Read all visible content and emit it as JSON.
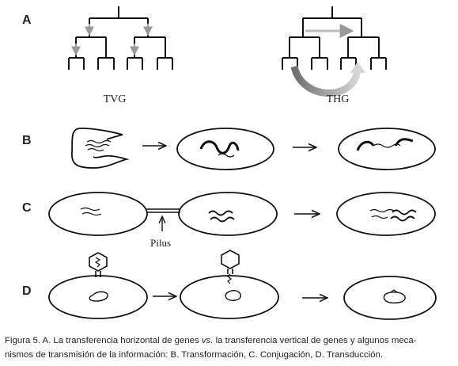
{
  "panels": {
    "a": {
      "letter": "A",
      "left_label": "TVG",
      "right_label": "THG"
    },
    "b": {
      "letter": "B"
    },
    "c": {
      "letter": "C",
      "pilus_label": "Pilus"
    },
    "d": {
      "letter": "D"
    }
  },
  "caption": {
    "lead": "Figura 5. A. La transferencia horizontal de genes ",
    "vs": "vs.",
    "line1_rest": " la transferencia vertical de genes y algunos meca-",
    "line2": "nismos de transmisión de la información: B. Transformación, C. Conjugación, D. Transducción."
  },
  "colors": {
    "ink": "#111111",
    "gray_arrow": "#999999",
    "light_arrow": "#bdbdbd"
  }
}
